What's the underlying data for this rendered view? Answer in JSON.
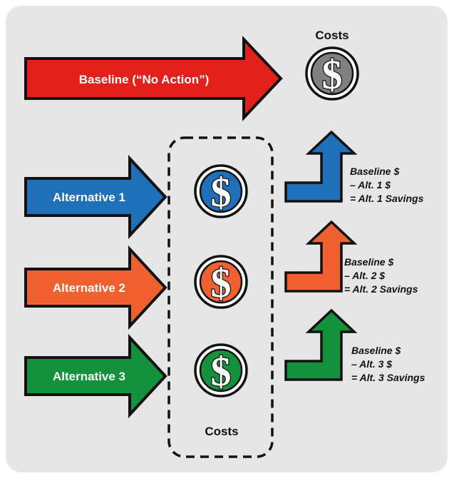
{
  "baseline": {
    "label": "Baseline (“No Action”)",
    "color": "#e3201b",
    "cost_icon": "dollar-coin-icon",
    "cost_color": "#808080"
  },
  "costs_top_label": "Costs",
  "costs_bottom_label": "Costs",
  "alternatives": [
    {
      "label": "Alternative 1",
      "color": "#1f70b8",
      "cost_icon": "dollar-coin-icon",
      "savings": [
        "Baseline $",
        "– Alt. 1 $",
        "= Alt. 1 Savings"
      ]
    },
    {
      "label": "Alternative 2",
      "color": "#f0612f",
      "cost_icon": "dollar-coin-icon",
      "savings": [
        "Baseline $",
        "– Alt. 2 $",
        "= Alt. 2 Savings"
      ]
    },
    {
      "label": "Alternative 3",
      "color": "#13913c",
      "cost_icon": "dollar-coin-icon",
      "savings": [
        "Baseline $",
        "– Alt. 3 $",
        "= Alt. 3 Savings"
      ]
    }
  ],
  "colors": {
    "background": "#e6e6e6",
    "outline": "#111111",
    "coin_symbol": "#ffffff"
  }
}
